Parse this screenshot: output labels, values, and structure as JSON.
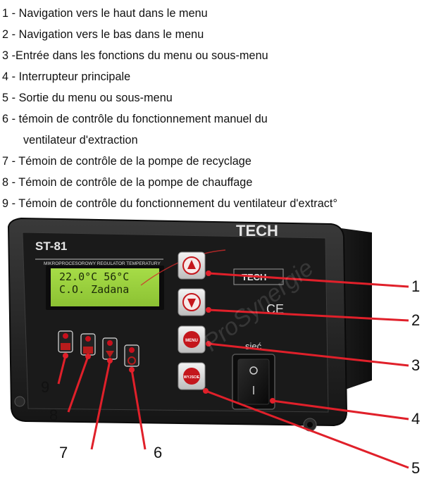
{
  "legend": [
    "1 - Navigation vers le haut dans le menu",
    "2 - Navigation vers le bas dans le menu",
    "3 -Entrée dans les fonctions du menu ou sous-menu",
    "4 - Interrupteur principale",
    "5 - Sortie du menu ou sous-menu",
    "6 - témoin de contrôle du fonctionnement manuel du",
    "ventilateur d'extraction",
    "7 - Témoin de contrôle de la pompe de recyclage",
    "8 - Témoin de contrôle de la pompe de chauffage",
    "9 - Témoin de contrôle du fonctionnement du ventilateur d'extract°"
  ],
  "device": {
    "model": "ST-81",
    "subtitle": "MIKROPROCESOROWY REGULATOR TEMPERATURY",
    "brand": "TECH",
    "lcd_line1": "22.0°C  56°C",
    "lcd_line2": "C.O.   Zadana",
    "button_exit": "WYJSCIE",
    "button_menu": "MENU",
    "switch_label": "sieć",
    "ce_mark": "CE",
    "watermark": "ProSynergie"
  },
  "callouts": {
    "c1": "1",
    "c2": "2",
    "c3": "3",
    "c4": "4",
    "c5": "5",
    "c6": "6",
    "c7": "7",
    "c8": "8",
    "c9": "9"
  },
  "colors": {
    "panel": "#1c1c1c",
    "lcd": "#9bd23c",
    "arrow_red": "#e0202a",
    "led_red": "#c8101c"
  }
}
